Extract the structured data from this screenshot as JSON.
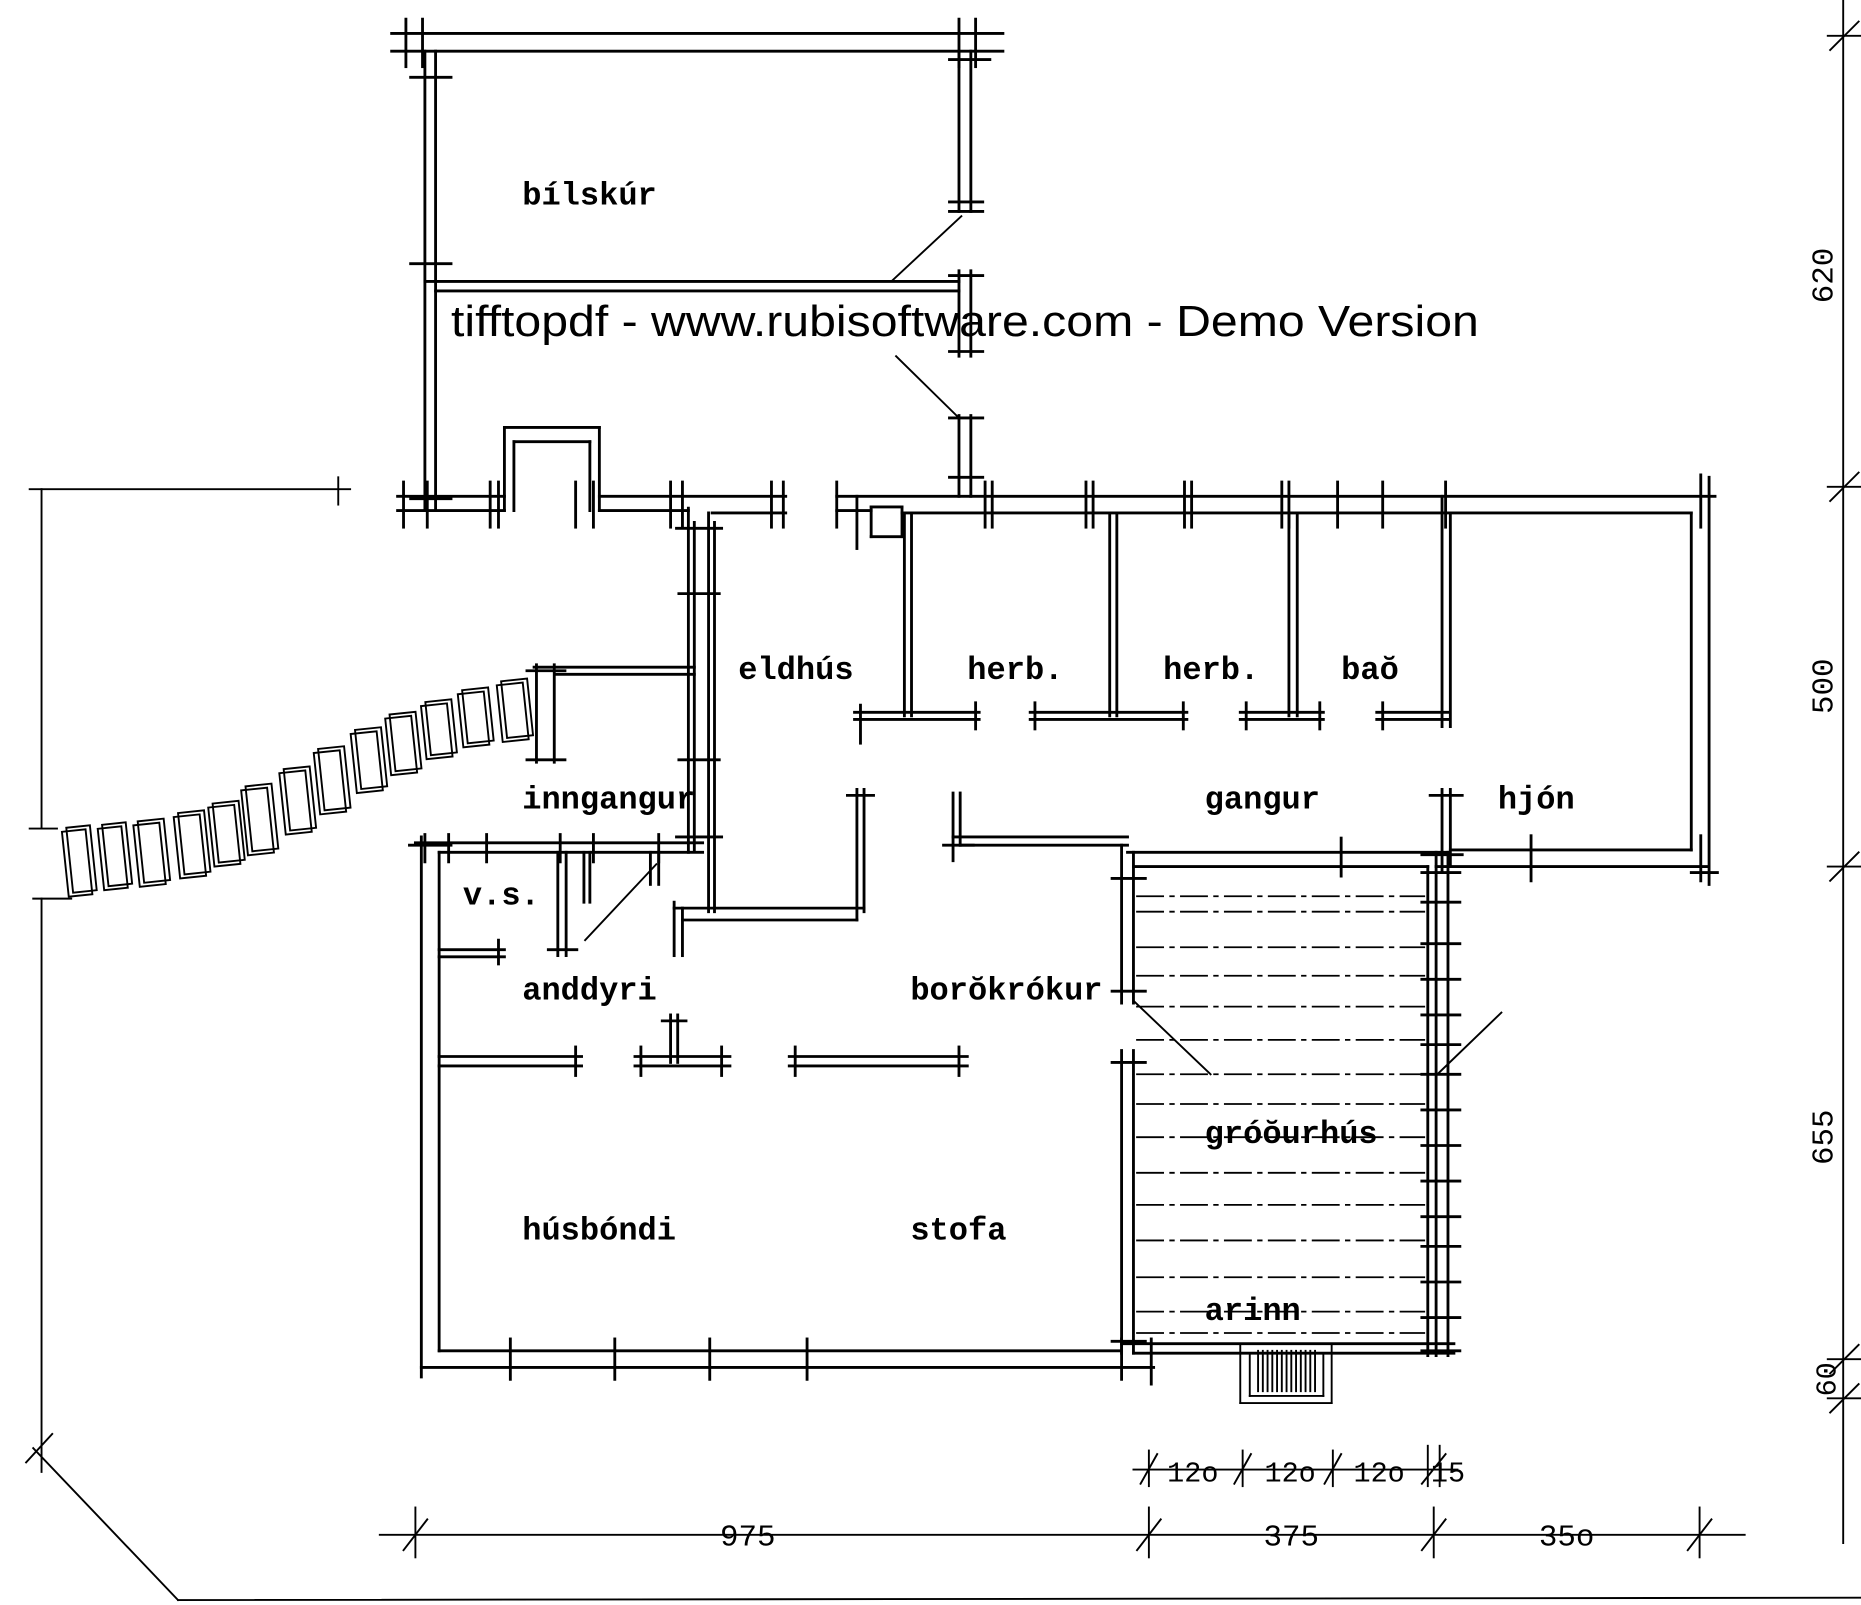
{
  "watermark": "tifftopdf - www.rubisoftware.com - Demo Version",
  "rooms": {
    "bilskur": "bílskúr",
    "eldhus": "eldhús",
    "herb1": "herb.",
    "herb2": "herb.",
    "bad": "baŏ",
    "inngangur": "inngangur",
    "gangur": "gangur",
    "hjon": "hjón",
    "vs": "v.s.",
    "anddyri": "anddyri",
    "bordkrokur": "borŏkrókur",
    "grodurhus": "gróŏurhús",
    "husbondi": "húsbóndi",
    "stofa": "stofa",
    "arinn": "arinn"
  },
  "dimensions": {
    "bottom": [
      "975",
      "375",
      "35o"
    ],
    "greenhouse": [
      "12o",
      "12o",
      "12o",
      "15"
    ],
    "right": [
      "620",
      "500",
      "655",
      "60"
    ]
  },
  "colors": {
    "ink": "#000000",
    "paper": "#ffffff"
  }
}
